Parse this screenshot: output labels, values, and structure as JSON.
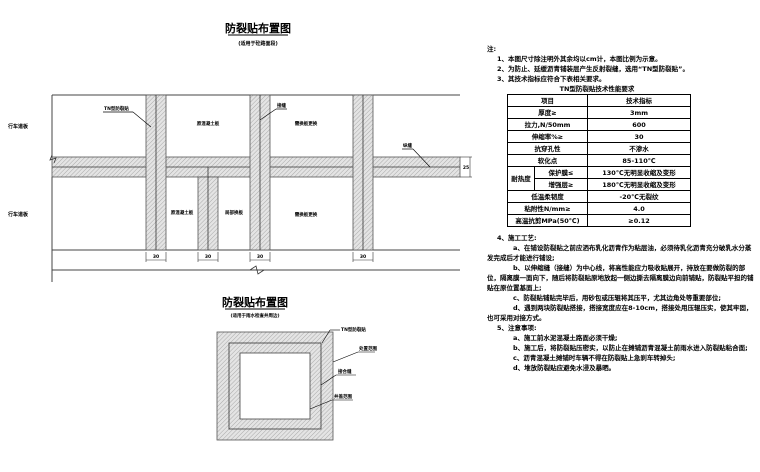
{
  "plan1": {
    "title": "防裂贴布置图",
    "subtitle": "(适用于砼路面段)",
    "lane_label_top": "行车道板",
    "lane_label_bottom": "行车道板",
    "callout_tn": "TN型防裂贴",
    "callout_joint": "接缝",
    "callout_long_joint": "纵缝",
    "slab_original_top": "原混凝土板",
    "slab_replace_top": "需换板更换",
    "slab_original_bottom": "原混凝土板",
    "slab_partial": "局部换板",
    "slab_replace_bottom": "需换板更换",
    "dims": [
      "30",
      "30",
      "30",
      "30"
    ],
    "dim_side": "25"
  },
  "plan2": {
    "title": "防裂贴布置图",
    "subtitle": "(适用于雨水检查井周边)",
    "callout_tn": "TN型防裂贴",
    "callout_edge": "处置范围",
    "callout_seam": "接合缝",
    "callout_well": "井盖范围"
  },
  "notes": {
    "heading": "注:",
    "items": [
      "1、本图尺寸除注明外其余均以cm计，本图比例为示意。",
      "2、为防止、延缓沥青铺装层产生反射裂缝，选用“TN型防裂贴”。",
      "3、其技术指标应符合下表相关要求。"
    ],
    "table_title": "TN型防裂贴技术性能要求",
    "table": {
      "header": [
        "项目",
        "技术指标"
      ],
      "rows": [
        [
          "厚度≥",
          "3mm"
        ],
        [
          "拉力,N/50mm",
          "600"
        ],
        [
          "伸缩率%≥",
          "30"
        ],
        [
          "抗穿孔性",
          "不渗水"
        ],
        [
          "软化点",
          "85-110℃"
        ]
      ],
      "heat_label": "耐热度",
      "heat_rows": [
        [
          "保护膜≤",
          "130℃无明显收缩及变形"
        ],
        [
          "增强层≥",
          "180℃无明显收缩及变形"
        ]
      ],
      "rows2": [
        [
          "低温柔韧度",
          "-20℃无裂纹"
        ],
        [
          "粘附性N/mm≥",
          "4.0"
        ],
        [
          "高温抗剪MPa(50℃)",
          "≥0.12"
        ]
      ]
    },
    "section4_title": "4、施工工艺:",
    "section4": [
      "a、在铺设防裂贴之前应洒布乳化沥青作为粘层油，必须待乳化沥青充分破乳水分蒸发完成后才能进行铺设;",
      "b、以伸缩缝（接缝）为中心线，将高性能应力吸收贴展开，持放在要做防裂的部位，隔离膜一面向下，随后将防裂贴原地放起一侧边撕去隔离膜边向前铺贴，防裂贴平担的铺贴在原位置基面上;",
      "c、防裂贴铺贴完毕后，用砂包或压辊将其压平，尤其边角处等重要部位;",
      "d、遇到两块防裂贴搭接，搭接宽度应在8-10cm，搭接处用压辊压实，使其牢固，也可采用对接方式。"
    ],
    "section5_title": "5、注意事项:",
    "section5": [
      "a、施工前水泥混凝土路面必须干燥;",
      "b、施工后，将防裂贴压密实，以防止在摊铺沥青混凝土前雨水进入防裂贴粘合面;",
      "c、沥青混凝土摊铺时车辆不得在防裂贴上急刹车转掉头;",
      "d、堆放防裂贴应避免水浸及暴晒。"
    ]
  }
}
